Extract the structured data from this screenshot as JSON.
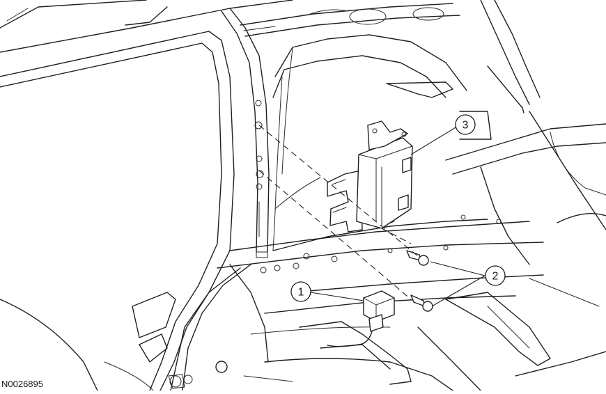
{
  "figure_id": "N0026895",
  "callouts": [
    {
      "label": "1",
      "part": "relay"
    },
    {
      "label": "2",
      "part": "bolts"
    },
    {
      "label": "3",
      "part": "module"
    }
  ]
}
